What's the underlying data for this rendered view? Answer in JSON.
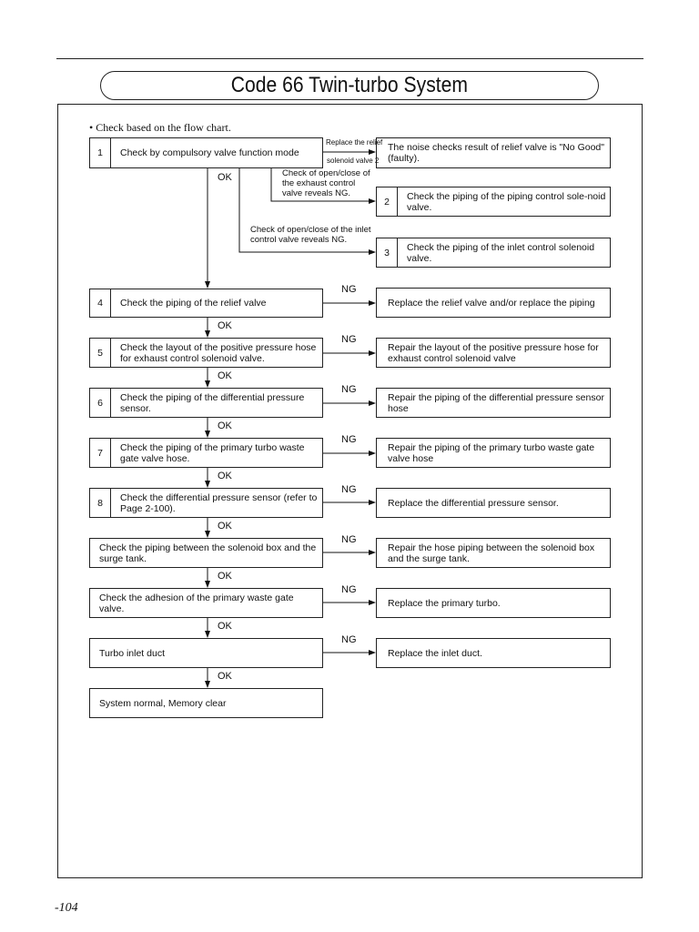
{
  "title": "Code 66  Twin-turbo System",
  "intro": "• Check based on the flow chart.",
  "steps": [
    {
      "num": "1",
      "text": "Check by compulsory valve function mode"
    },
    {
      "num": "4",
      "text": "Check the piping of the relief valve"
    },
    {
      "num": "5",
      "text": "Check the layout of the positive pressure hose for exhaust control solenoid valve."
    },
    {
      "num": "6",
      "text": "Check the piping of the differential pressure sensor."
    },
    {
      "num": "7",
      "text": "Check the piping of the primary turbo waste gate valve hose."
    },
    {
      "num": "8",
      "text": "Check the differential pressure sensor (refer to Page 2-100)."
    },
    {
      "num": "",
      "text": "Check the piping between the solenoid box and the surge tank."
    },
    {
      "num": "",
      "text": "Check the adhesion of the primary waste gate valve."
    },
    {
      "num": "",
      "text": "Turbo inlet duct"
    },
    {
      "num": "",
      "text": "System normal, Memory clear"
    }
  ],
  "results": [
    {
      "num": "",
      "text": "The noise checks result of relief valve is \"No Good\" (faulty)."
    },
    {
      "num": "2",
      "text": "Check the piping of the piping control sole-noid valve."
    },
    {
      "num": "3",
      "text": "Check the piping of the inlet control solenoid valve."
    },
    {
      "num": "",
      "text": "Replace the relief valve and/or replace the piping"
    },
    {
      "num": "",
      "text": "Repair the layout of the positive pressure hose for exhaust control solenoid valve"
    },
    {
      "num": "",
      "text": "Repair the piping of the differential pressure sensor hose"
    },
    {
      "num": "",
      "text": "Repair the piping of the primary turbo waste gate valve hose"
    },
    {
      "num": "",
      "text": "Replace the differential pressure sensor."
    },
    {
      "num": "",
      "text": "Repair the hose piping between the solenoid box and the surge tank."
    },
    {
      "num": "",
      "text": "Replace the primary turbo."
    },
    {
      "num": "",
      "text": "Replace the inlet duct."
    }
  ],
  "labels": {
    "ok": "OK",
    "ng": "NG",
    "relief_top": "Replace the relief",
    "relief_bottom": "solenoid valve 2",
    "exhaust_ng": "Check of open/close of the exhaust control valve reveals NG.",
    "inlet_ng": "Check of open/close of the inlet control valve reveals NG."
  },
  "page_number": "-104"
}
